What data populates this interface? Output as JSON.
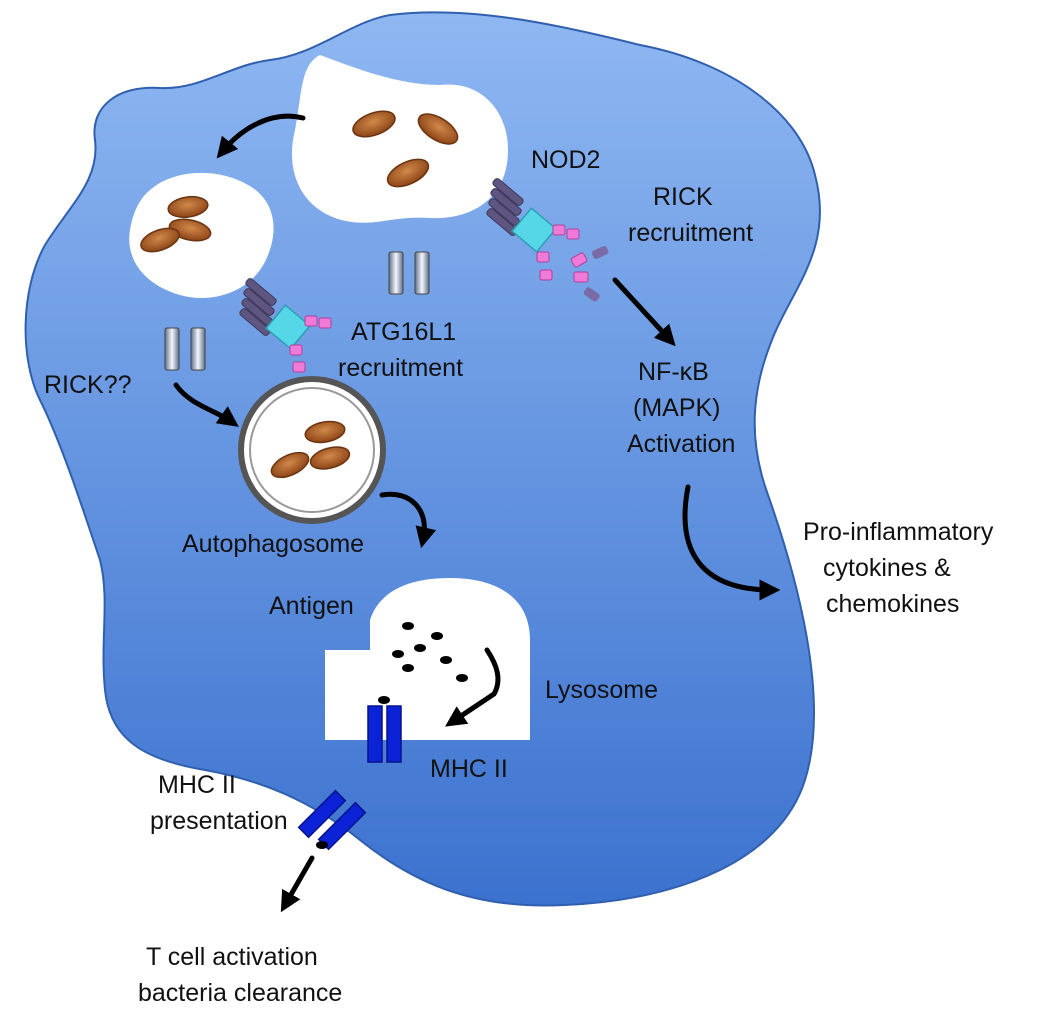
{
  "labels": {
    "nod2": "NOD2",
    "rick_recruitment_1": "RICK",
    "rick_recruitment_2": "recruitment",
    "atg16l1_1": "ATG16L1",
    "atg16l1_2": "recruitment",
    "rick_q": "RICK??",
    "nfkb_1": "NF-κB",
    "nfkb_2": "(MAPK)",
    "nfkb_3": "Activation",
    "autophagosome": "Autophagosome",
    "antigen": "Antigen",
    "lysosome": "Lysosome",
    "mhc_ii": "MHC II",
    "presentation_1": "MHC II",
    "presentation_2": "presentation",
    "proinflam_1": "Pro-inflammatory",
    "proinflam_2": "cytokines &",
    "proinflam_3": "chemokines",
    "tcell_1": "T cell activation",
    "tcell_2": "bacteria clearance"
  },
  "colors": {
    "cell_light": "#8fb8f2",
    "cell_dark": "#3c72cf",
    "cell_stroke": "#2f5fae",
    "bacteria": "#a0521d",
    "mhc": "#0b22d6",
    "receptor_dark": "#5e5680",
    "receptor_cyan": "#56d7e8",
    "card_pink": "#f07ad8"
  },
  "icons": [
    "bacterium-icon",
    "nod2-receptor-icon",
    "atg16l1-icon",
    "mhc-ii-icon",
    "antigen-dot-icon",
    "arrow-icon"
  ]
}
